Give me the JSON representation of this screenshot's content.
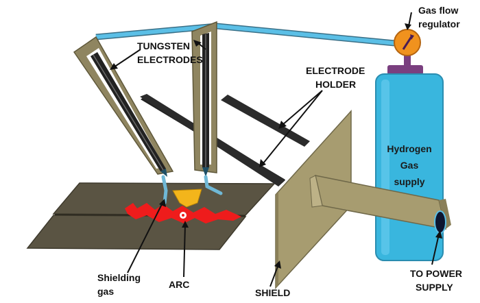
{
  "labels": {
    "tungsten_line1": "TUNGSTEN",
    "tungsten_line2": "ELECTRODES",
    "holder_line1": "ELECTRODE",
    "holder_line2": "HOLDER",
    "regulator_line1": "Gas flow",
    "regulator_line2": "regulator",
    "cylinder_line1": "Hydrogen",
    "cylinder_line2": "Gas",
    "cylinder_line3": "supply",
    "shielding_line1": "Shielding",
    "shielding_line2": "gas",
    "arc": "ARC",
    "shield": "SHIELD",
    "power_line1": "TO POWER",
    "power_line2": "SUPPLY"
  },
  "colors": {
    "plate": "#5a5443",
    "plate_edge": "#3e3a2d",
    "holder_frame": "#8f8560",
    "electrode": "#222222",
    "gas_pipe": "#5bbfe6",
    "cylinder": "#39b6de",
    "cylinder_valve": "#7a3f7f",
    "regulator": "#f0921e",
    "arc_flame": "#ee1c1c",
    "weld_pool": "#f3b51b",
    "nozzle": "#6fb8d6",
    "shield": "#a79c70"
  }
}
